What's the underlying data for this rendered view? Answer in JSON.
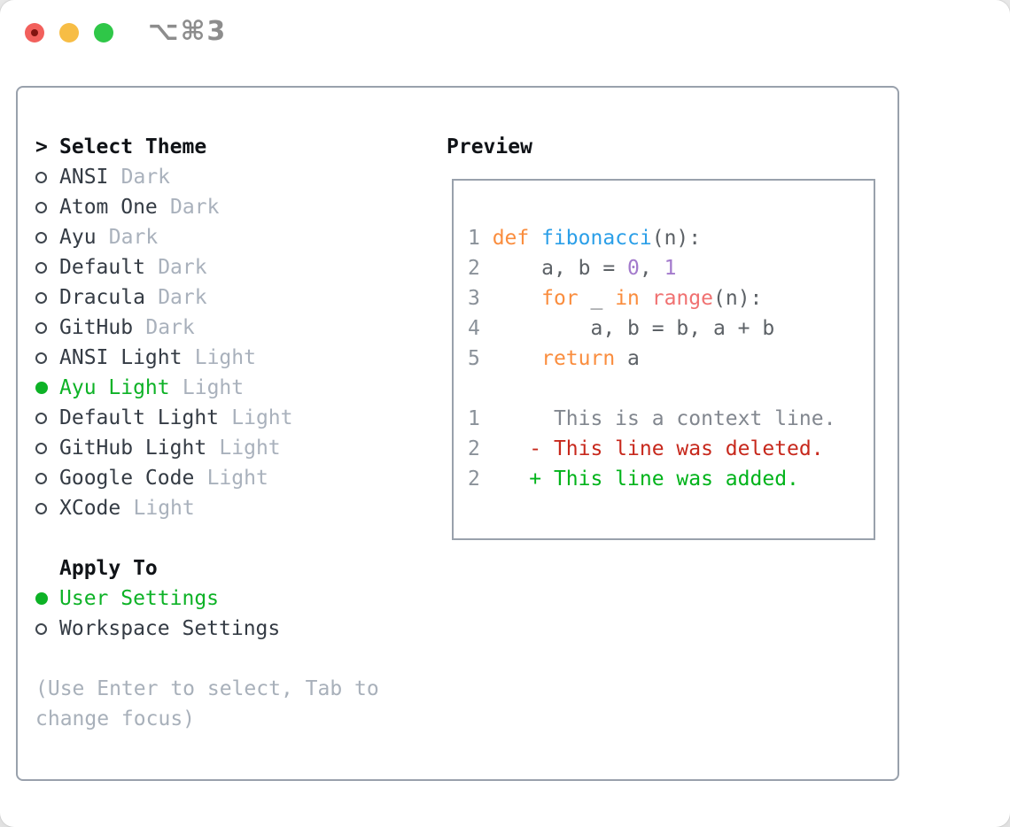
{
  "window": {
    "shortcut_label": "⌥⌘3",
    "traffic_lights": {
      "close_color": "#f2605c",
      "close_dot_color": "#821410",
      "minimize_color": "#f7bd45",
      "maximize_color": "#2fc748"
    },
    "shortcut_color": "#8d8d8d",
    "panel_border_color": "#99a1ac"
  },
  "theme_picker": {
    "cursor": ">",
    "title": "Select Theme",
    "items": [
      {
        "name": "ANSI",
        "tag": "Dark",
        "selected": false
      },
      {
        "name": "Atom One",
        "tag": "Dark",
        "selected": false
      },
      {
        "name": "Ayu",
        "tag": "Dark",
        "selected": false
      },
      {
        "name": "Default",
        "tag": "Dark",
        "selected": false
      },
      {
        "name": "Dracula",
        "tag": "Dark",
        "selected": false
      },
      {
        "name": "GitHub",
        "tag": "Dark",
        "selected": false
      },
      {
        "name": "ANSI Light",
        "tag": "Light",
        "selected": false
      },
      {
        "name": "Ayu Light",
        "tag": "Light",
        "selected": true
      },
      {
        "name": "Default Light",
        "tag": "Light",
        "selected": false
      },
      {
        "name": "GitHub Light",
        "tag": "Light",
        "selected": false
      },
      {
        "name": "Google Code",
        "tag": "Light",
        "selected": false
      },
      {
        "name": "XCode",
        "tag": "Light",
        "selected": false
      }
    ],
    "colors": {
      "item_name": "#343b44",
      "item_tag": "#a9b1bc",
      "selected": "#0db226",
      "radio_outline": "#3e454d"
    }
  },
  "apply_to": {
    "title": "Apply To",
    "options": [
      {
        "label": "User Settings",
        "selected": true
      },
      {
        "label": "Workspace Settings",
        "selected": false
      }
    ]
  },
  "hint": {
    "text": "(Use Enter to select, Tab to change focus)",
    "color": "#a8b0ba"
  },
  "preview": {
    "title": "Preview",
    "palette": {
      "keyword": "#fa8d3e",
      "function": "#2b9fe8",
      "number": "#a37acc",
      "builtin": "#f07171",
      "default": "#5c6166",
      "lineno": "#8a9199",
      "context": "#82878f",
      "deleted": "#c7281c",
      "added": "#00b31a"
    },
    "lines": [
      {
        "num": "1",
        "tokens": [
          {
            "t": "def",
            "c": "keyword"
          },
          {
            "t": " ",
            "c": "default"
          },
          {
            "t": "fibonacci",
            "c": "function"
          },
          {
            "t": "(n):",
            "c": "default"
          }
        ]
      },
      {
        "num": "2",
        "tokens": [
          {
            "t": "    a, b = ",
            "c": "default"
          },
          {
            "t": "0",
            "c": "number"
          },
          {
            "t": ", ",
            "c": "default"
          },
          {
            "t": "1",
            "c": "number"
          }
        ]
      },
      {
        "num": "3",
        "tokens": [
          {
            "t": "    ",
            "c": "default"
          },
          {
            "t": "for",
            "c": "keyword"
          },
          {
            "t": " _ ",
            "c": "default"
          },
          {
            "t": "in",
            "c": "keyword"
          },
          {
            "t": " ",
            "c": "default"
          },
          {
            "t": "range",
            "c": "builtin"
          },
          {
            "t": "(n):",
            "c": "default"
          }
        ]
      },
      {
        "num": "4",
        "tokens": [
          {
            "t": "        a, b = b, a + b",
            "c": "default"
          }
        ]
      },
      {
        "num": "5",
        "tokens": [
          {
            "t": "    ",
            "c": "default"
          },
          {
            "t": "return",
            "c": "keyword"
          },
          {
            "t": " a",
            "c": "default"
          }
        ]
      },
      {
        "num": "",
        "tokens": []
      },
      {
        "num": "1",
        "tokens": [
          {
            "t": "     This is a context line.",
            "c": "context"
          }
        ]
      },
      {
        "num": "2",
        "tokens": [
          {
            "t": "   - This line was deleted.",
            "c": "deleted"
          }
        ]
      },
      {
        "num": "2",
        "tokens": [
          {
            "t": "   + This line was added.",
            "c": "added"
          }
        ]
      }
    ]
  }
}
